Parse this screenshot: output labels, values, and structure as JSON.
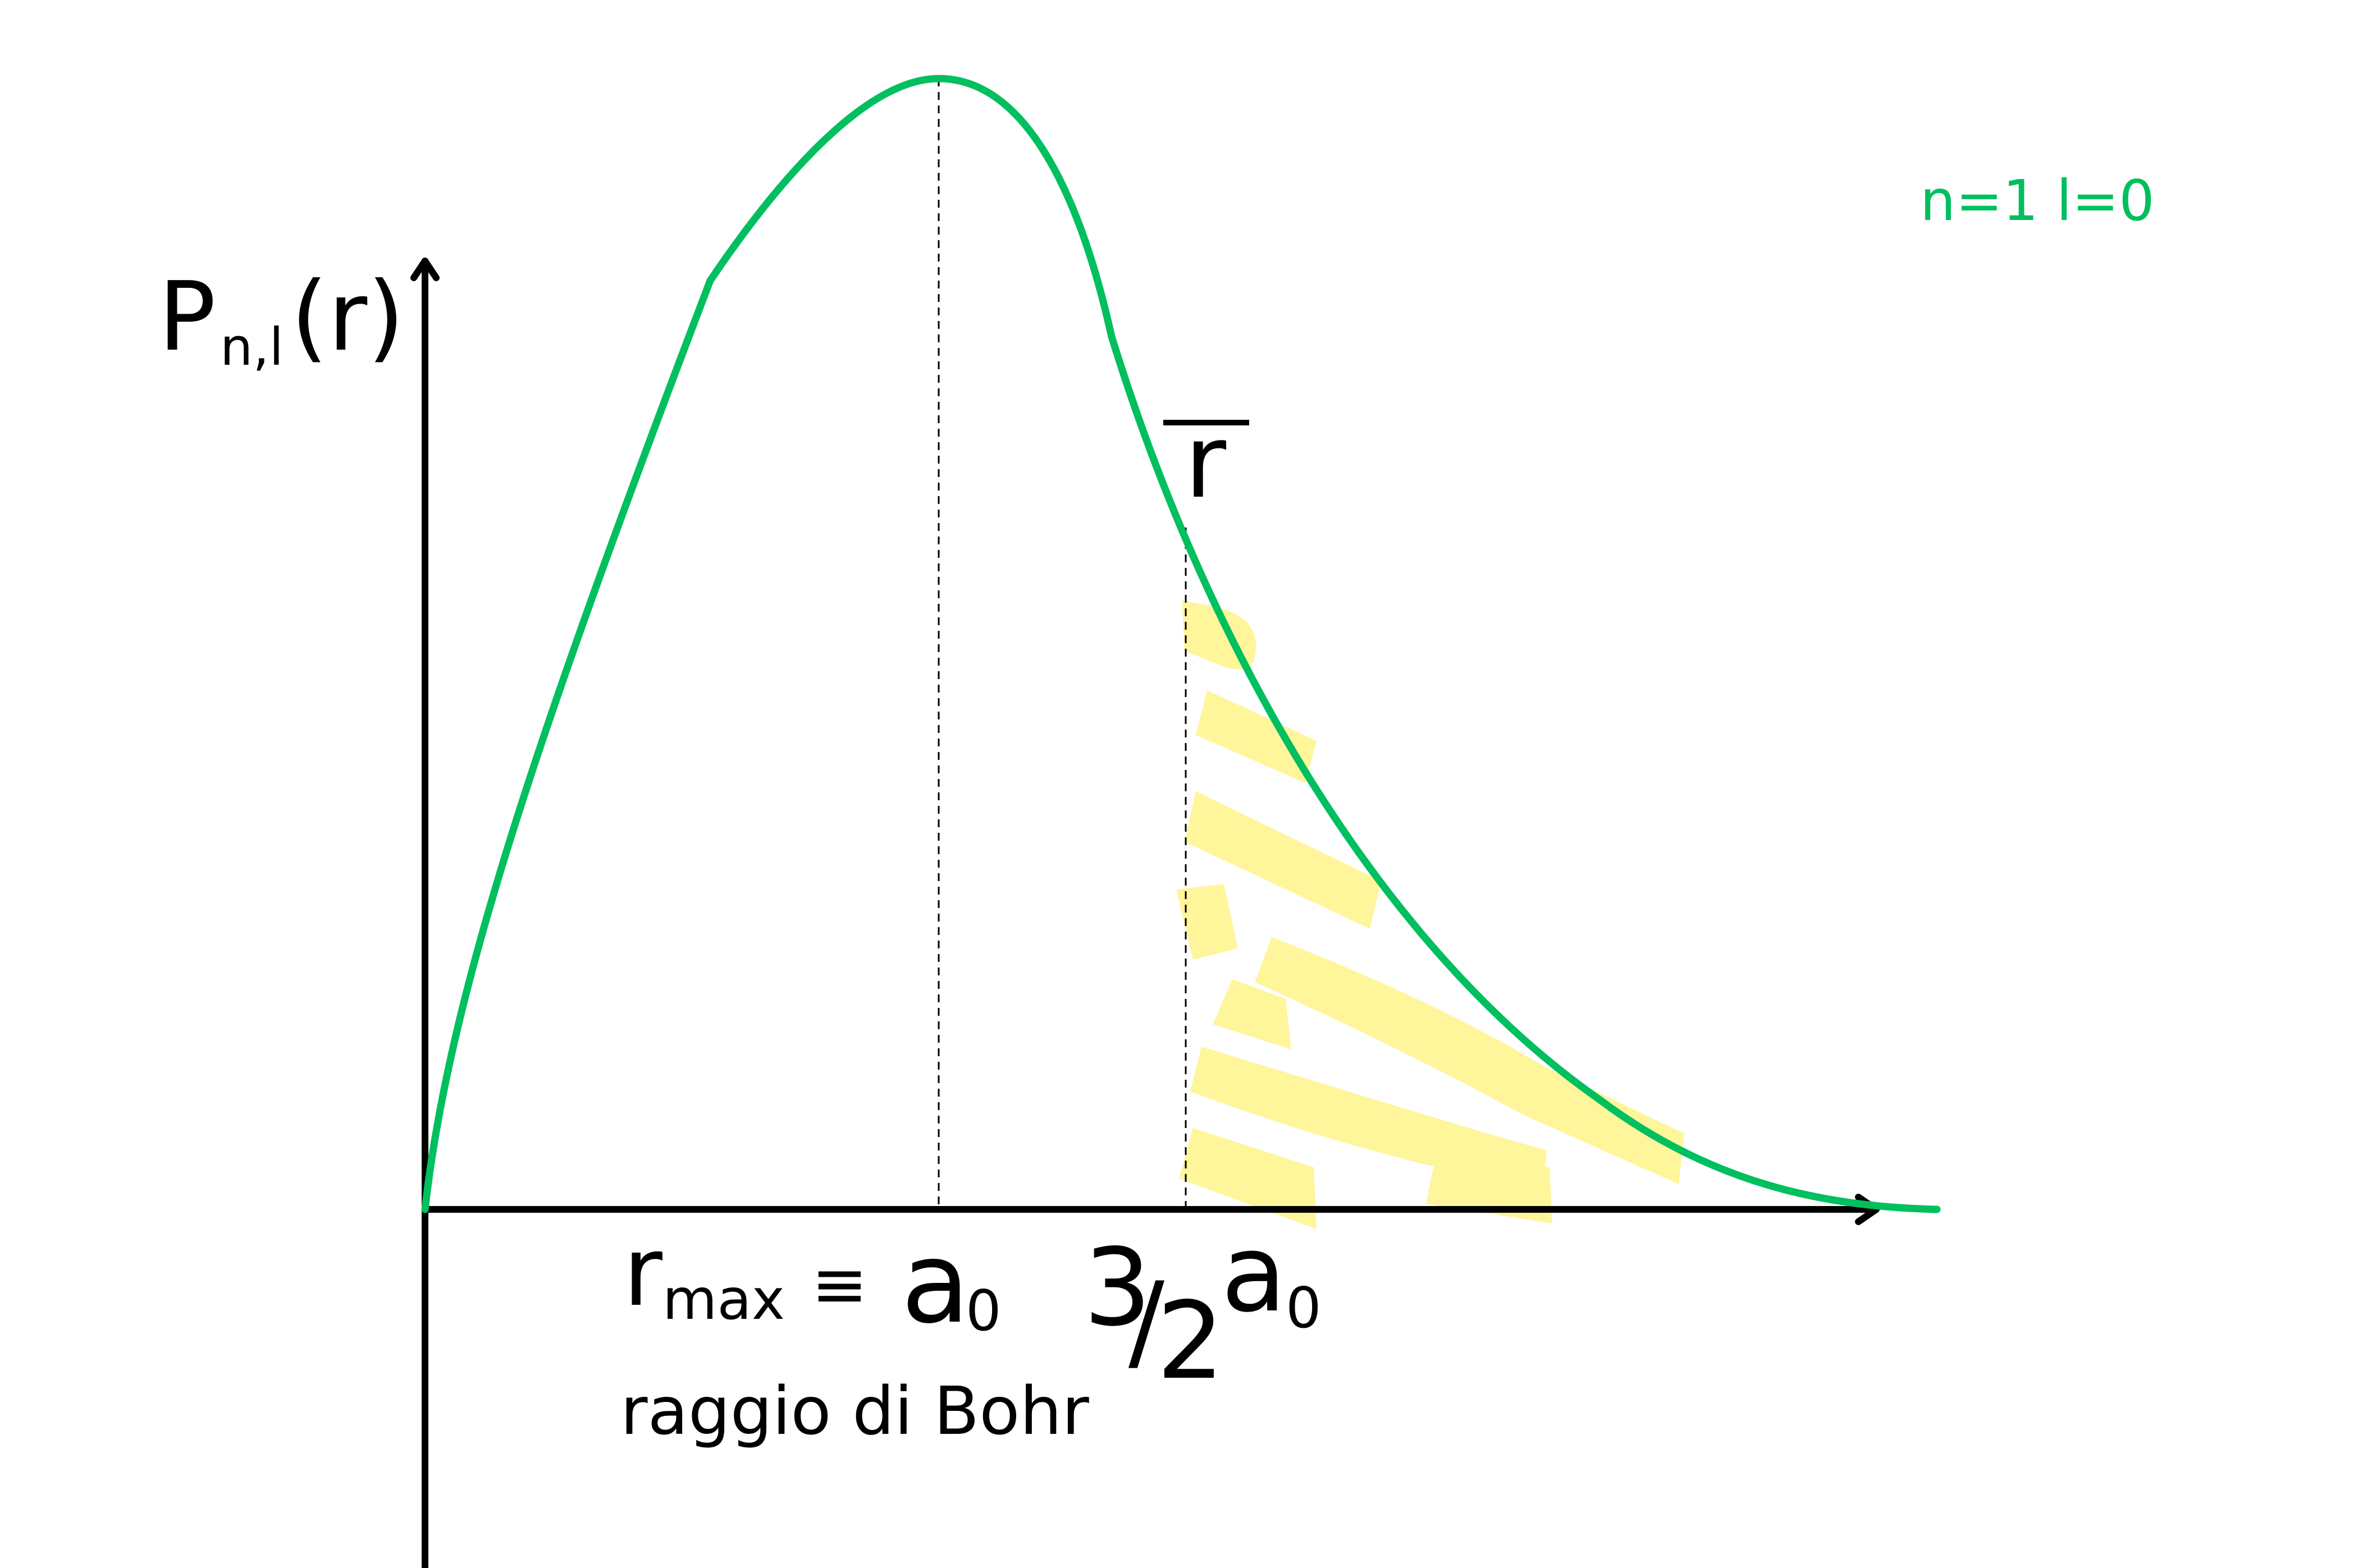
{
  "colors": {
    "curve": "#00bf5f",
    "highlight": "#fff27a",
    "axes": "#000000",
    "background": "#ffffff"
  },
  "y_axis_label": {
    "main": "P",
    "subscript": "n,l",
    "argument": "(r)"
  },
  "legend": {
    "label": "n=1 l=0"
  },
  "mean_radius_label": {
    "symbol": "r",
    "overbar": true
  },
  "x_annotations": {
    "rmax": {
      "main": "r",
      "subscript": "max",
      "relation": "≡",
      "value_main": "a",
      "value_subscript": "0"
    },
    "rmean": {
      "numerator": "3",
      "slash": "/",
      "denominator": "2",
      "value_main": "a",
      "value_subscript": "0"
    },
    "bohr_caption": "raggio di Bohr"
  }
}
